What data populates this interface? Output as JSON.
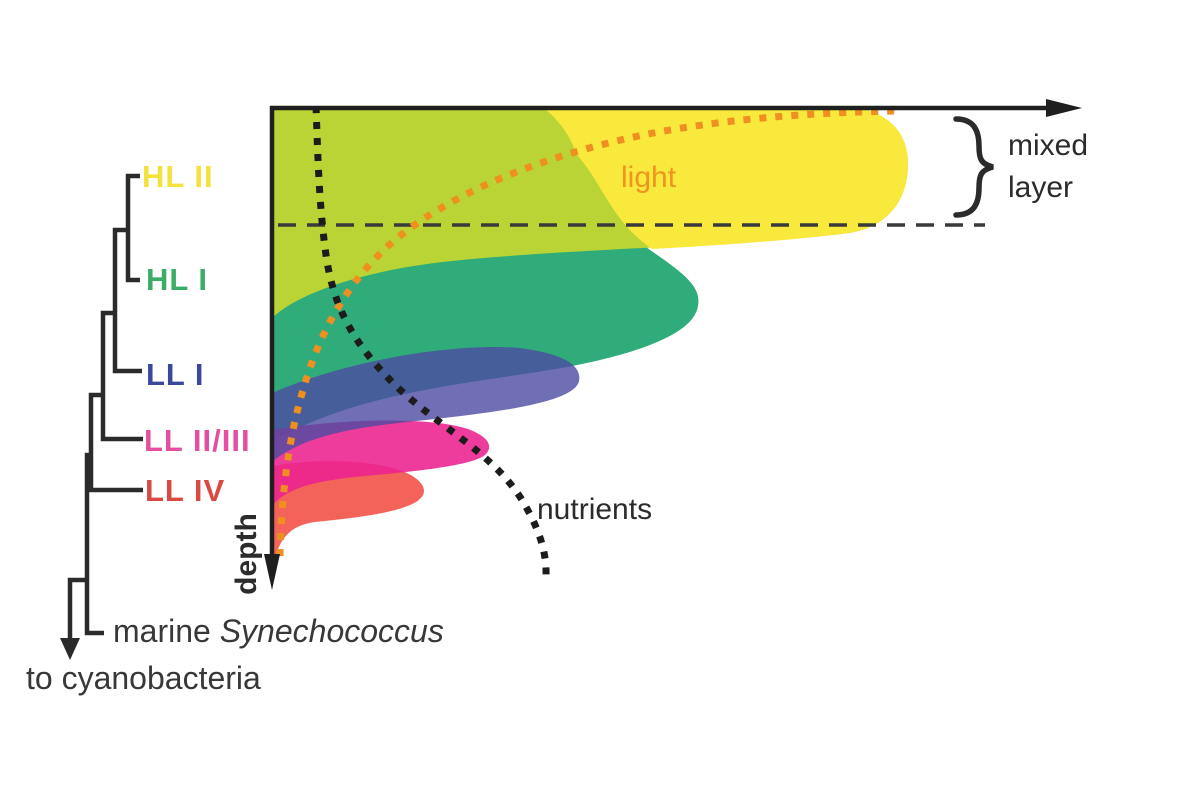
{
  "figure_title": "marine Synechococcus ecotype depth distribution diagram",
  "tree": {
    "labels": [
      {
        "text": "HL II",
        "color": "#f3e13c"
      },
      {
        "text": "HL I",
        "color": "#3bad69"
      },
      {
        "text": "LL I",
        "color": "#3a489e"
      },
      {
        "text": "LL II/III",
        "color": "#e2509f"
      },
      {
        "text": "LL IV",
        "color": "#da4a42"
      }
    ],
    "root_label_prefix": "marine ",
    "root_label_species": "Synechococcus",
    "outgroup_label": "to cyanobacteria",
    "branch_color": "#2b2b2b"
  },
  "plot": {
    "depth_axis_label": "depth",
    "light_label": "light",
    "nutrients_label": "nutrients",
    "mixed_layer_label_line1": "mixed",
    "mixed_layer_label_line2": "layer",
    "colors": {
      "axis": "#1f1f1f",
      "mixed_layer_line": "#3a3a3a",
      "light_curve": "#ef8f1f",
      "nutrients_curve": "#1c1c1c",
      "brace": "#2b2b2b"
    }
  },
  "diagram_data": {
    "type": "conceptual depth-distribution diagram",
    "x_axis_meaning": "relative abundance (unlabeled, arrow to right)",
    "y_axis_meaning": "depth (arrow downward)",
    "mixed_layer_depth_fraction": 0.24,
    "environment_curves": [
      {
        "name": "light",
        "trend": "high at surface, decreases with depth"
      },
      {
        "name": "nutrients",
        "trend": "low at surface, increases with depth"
      }
    ],
    "overlap_color_yellow_over_teal": "#b9d434",
    "ecotypes": [
      {
        "clade": "HL II",
        "blob_color": "#f8e93c",
        "peak_depth_fraction": 0.12,
        "max_extent_fraction": 0.79,
        "depth_range_fraction": [
          0.0,
          0.44
        ]
      },
      {
        "clade": "HL I",
        "blob_color": "#2fac79",
        "peak_depth_fraction": 0.4,
        "max_extent_fraction": 0.53,
        "depth_range_fraction": [
          0.0,
          0.69
        ]
      },
      {
        "clade": "LL I",
        "blob_color": "#4c4ba3",
        "peak_depth_fraction": 0.55,
        "max_extent_fraction": 0.38,
        "depth_range_fraction": [
          0.59,
          0.73
        ]
      },
      {
        "clade": "LL II/III",
        "blob_color": "#ec2190",
        "peak_depth_fraction": 0.68,
        "max_extent_fraction": 0.27,
        "depth_range_fraction": [
          0.62,
          0.82
        ]
      },
      {
        "clade": "LL IV",
        "blob_color": "#f2564c",
        "peak_depth_fraction": 0.78,
        "max_extent_fraction": 0.19,
        "depth_range_fraction": [
          0.72,
          0.93
        ]
      }
    ]
  }
}
